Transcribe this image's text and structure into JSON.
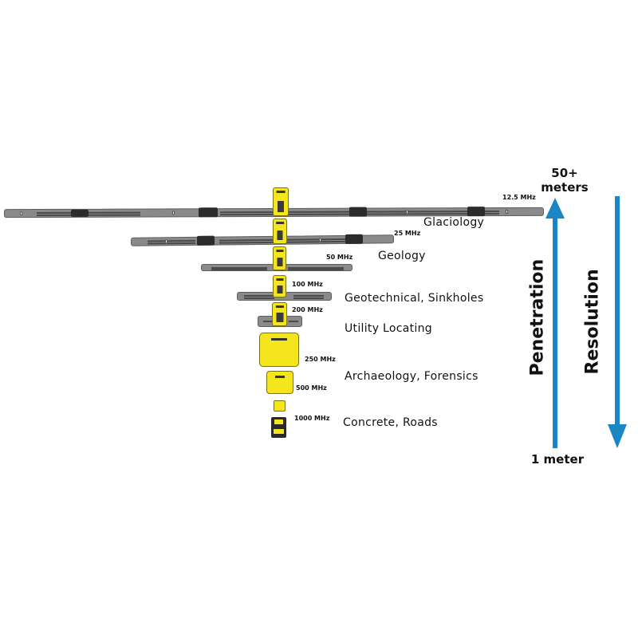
{
  "antennas": [
    {
      "freq": "12.5 MHz",
      "application": "Glaciology"
    },
    {
      "freq": "25 MHz",
      "application": "Geology"
    },
    {
      "freq": "50 MHz",
      "application": ""
    },
    {
      "freq": "100 MHz",
      "application": "Geotechnical, Sinkholes"
    },
    {
      "freq": "200 MHz",
      "application": "Utility Locating"
    },
    {
      "freq": "250 MHz",
      "application": ""
    },
    {
      "freq": "500 MHz",
      "application": "Archaeology, Forensics"
    },
    {
      "freq": "1000 MHz",
      "application": "Concrete, Roads"
    }
  ],
  "scale": {
    "top_label": "50+ meters",
    "bottom_label": "1 meter",
    "penetration_label": "Penetration",
    "resolution_label": "Resolution",
    "arrow_color": "#1a86c4"
  },
  "colors": {
    "antenna_yellow": "#f4e51c",
    "rail_gray": "#8a8a8a"
  }
}
